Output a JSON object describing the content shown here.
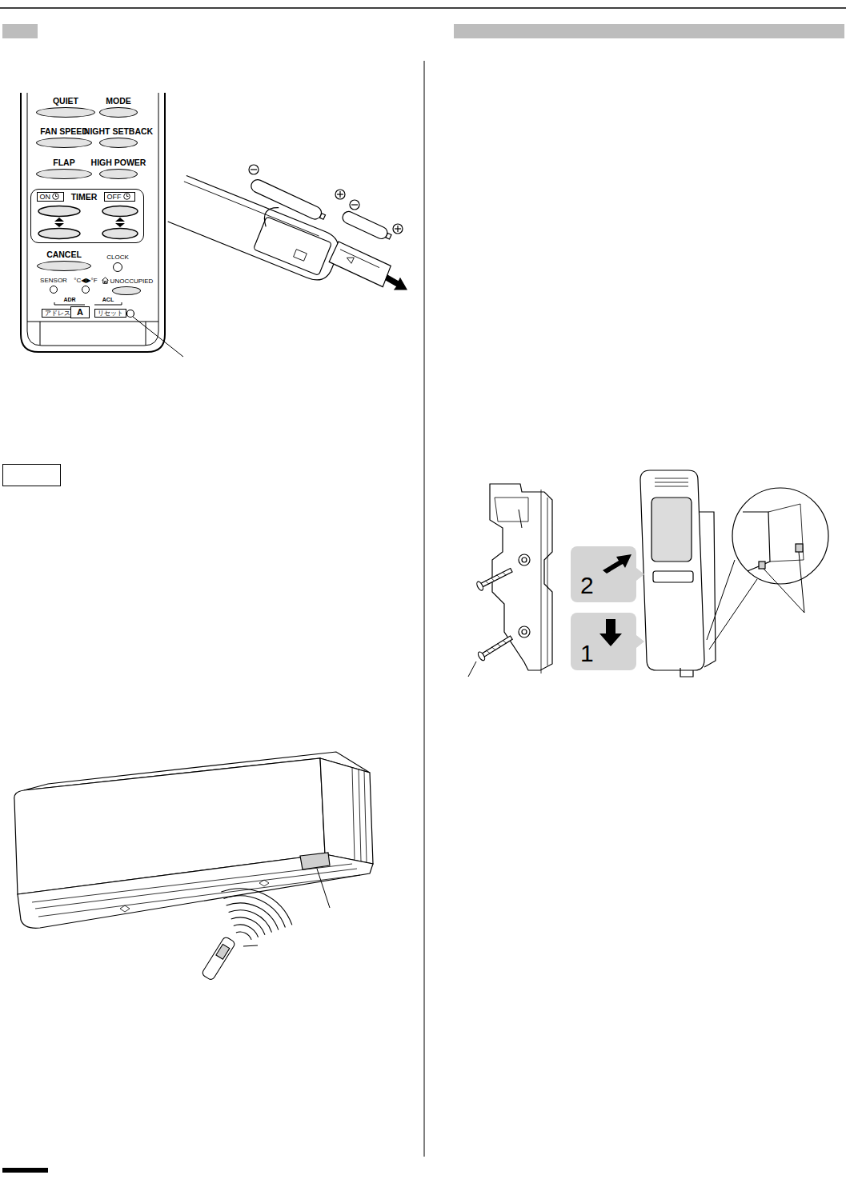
{
  "diagram": {
    "nodes": [
      {
        "text": [
          "QUIET"
        ]
      },
      {
        "text": [
          "MODE"
        ]
      },
      {
        "text": [
          "FAN SPEED"
        ]
      },
      {
        "text": [
          "NIGHT SETBACK"
        ]
      },
      {
        "text": [
          "FLAP"
        ]
      },
      {
        "text": [
          "HIGH POWER"
        ]
      },
      {
        "text": [
          "TIMER"
        ]
      },
      {
        "text": [
          "ON"
        ],
        "in": 6
      },
      {
        "text": [
          "OFF"
        ],
        "in": 6
      },
      {
        "text": [
          "CANCEL"
        ]
      },
      {
        "text": [
          "CLOCK"
        ]
      },
      {
        "text": [
          "SENSOR"
        ]
      },
      {
        "text": [
          "°C◀▶°F"
        ]
      },
      {
        "text": [
          "UNOCCUPIED"
        ]
      },
      {
        "text": [
          "アドレス"
        ]
      },
      {
        "text": [
          "A"
        ]
      },
      {
        "text": [
          "リセット"
        ]
      },
      {
        "text": [
          "2"
        ]
      },
      {
        "text": [
          "1"
        ]
      }
    ],
    "labels": [
      "ADR",
      "ACL"
    ]
  }
}
